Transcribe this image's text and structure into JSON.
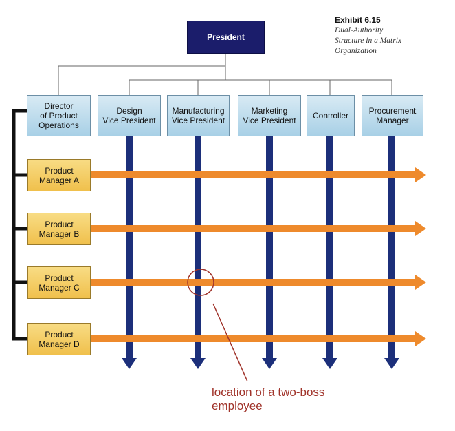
{
  "exhibit": {
    "number": "Exhibit 6.15",
    "caption": "Dual-Authority\nStructure in a Matrix\nOrganization"
  },
  "president": {
    "label": "President"
  },
  "functional_heads": [
    {
      "label": "Director\nof Product\nOperations"
    },
    {
      "label": "Design\nVice President"
    },
    {
      "label": "Manufacturing\nVice President"
    },
    {
      "label": "Marketing\nVice President"
    },
    {
      "label": "Controller"
    },
    {
      "label": "Procurement\nManager"
    }
  ],
  "product_managers": [
    {
      "label": "Product\nManager A"
    },
    {
      "label": "Product\nManager B"
    },
    {
      "label": "Product\nManager C"
    },
    {
      "label": "Product\nManager D"
    }
  ],
  "annotation": {
    "text": "location of a two-boss\nemployee"
  },
  "colors": {
    "president_fill": "#1b1d6b",
    "functional_fill": "#bcdcec",
    "product_fill": "#f4cc62",
    "vertical_authority": "#1c2f7a",
    "horizontal_authority": "#ee8a2c",
    "annotation": "#a0332a"
  }
}
